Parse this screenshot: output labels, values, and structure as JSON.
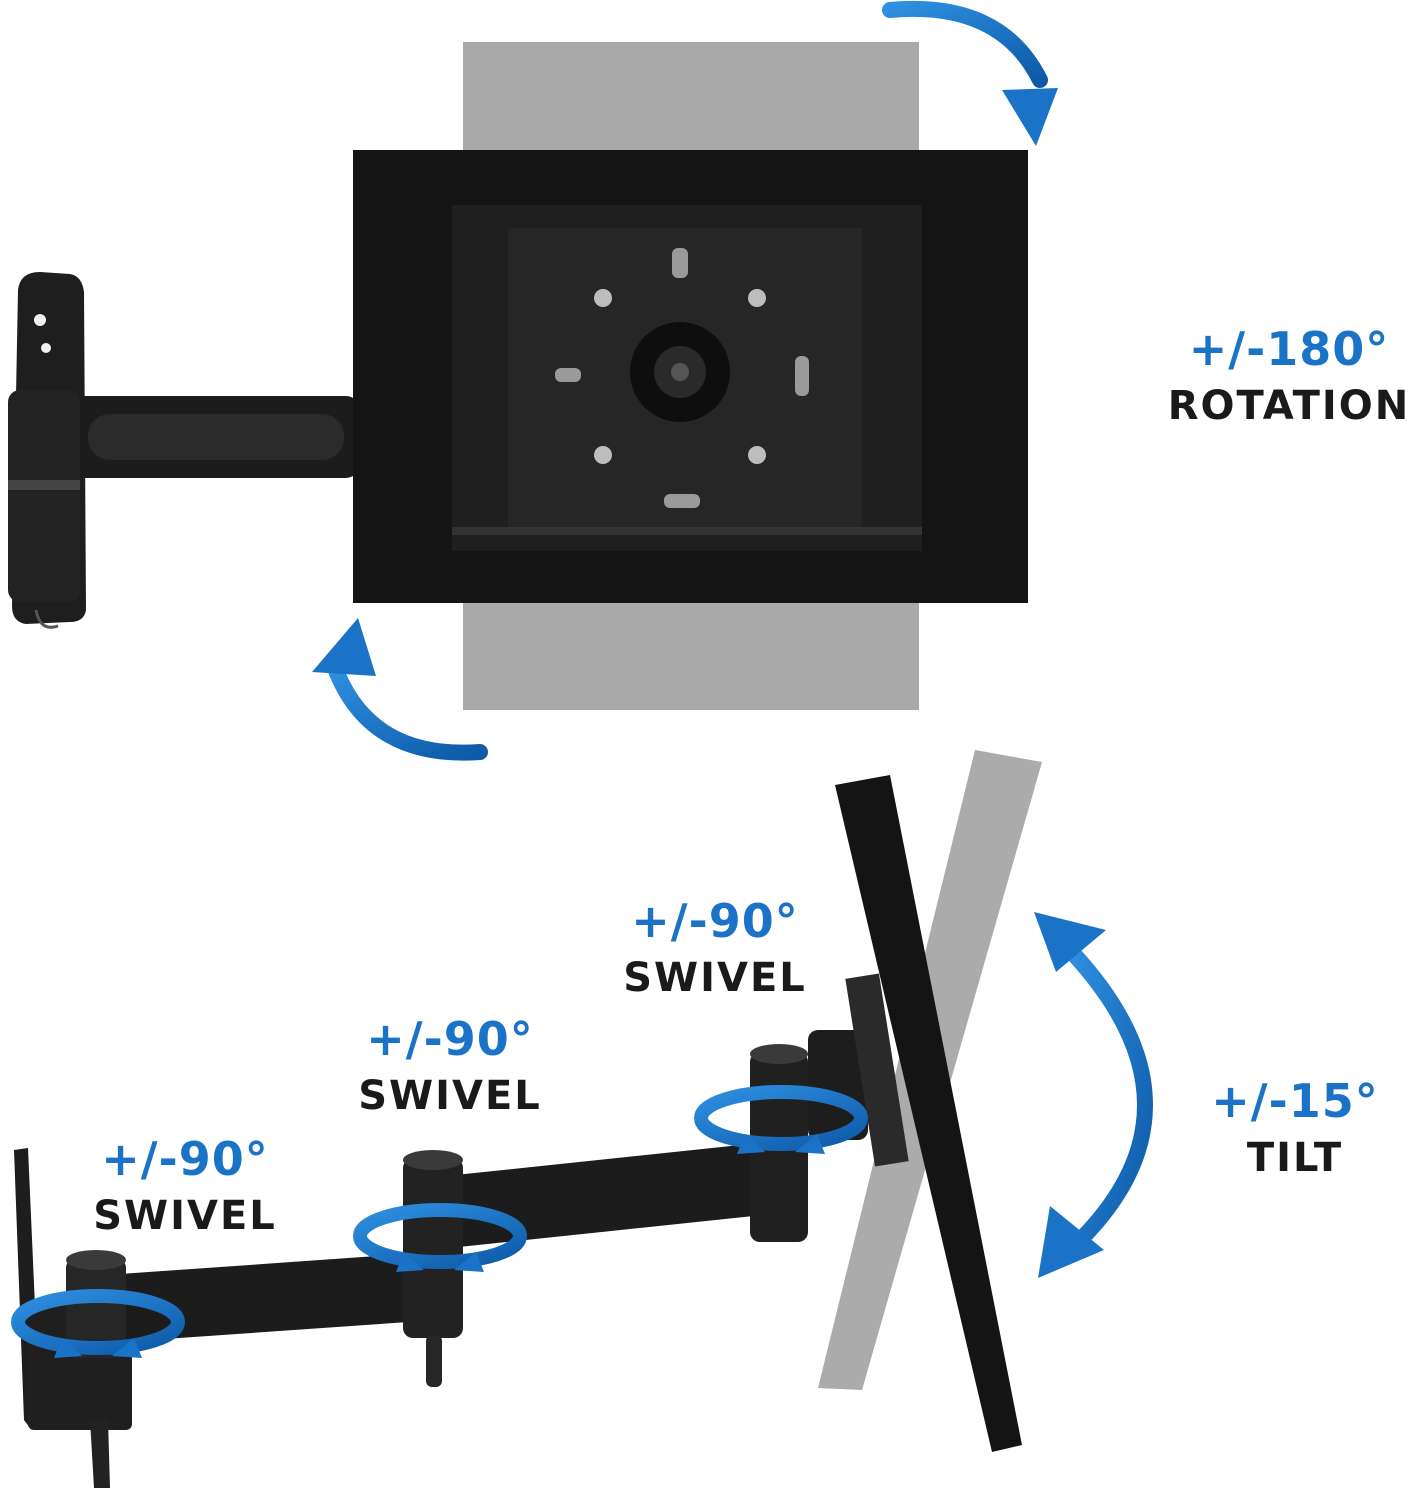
{
  "colors": {
    "accent_blue": "#1a73c7",
    "mount_black": "#1b1b1b",
    "ghost_gray": "#a8a8a8",
    "text_dark": "#1a1a1a"
  },
  "labels": {
    "rotation": {
      "degrees": "+/-180°",
      "word": "ROTATION"
    },
    "tilt": {
      "degrees": "+/-15°",
      "word": "TILT"
    },
    "swivel_top": {
      "degrees": "+/-90°",
      "word": "SWIVEL"
    },
    "swivel_middle": {
      "degrees": "+/-90°",
      "word": "SWIVEL"
    },
    "swivel_left": {
      "degrees": "+/-90°",
      "word": "SWIVEL"
    }
  },
  "icons": {
    "rotation_arrows": "curved-rotation-arrows-icon",
    "tilt_arrow": "double-headed-curved-arrow-icon",
    "swivel_arrows": "circular-swivel-arrow-icon"
  }
}
